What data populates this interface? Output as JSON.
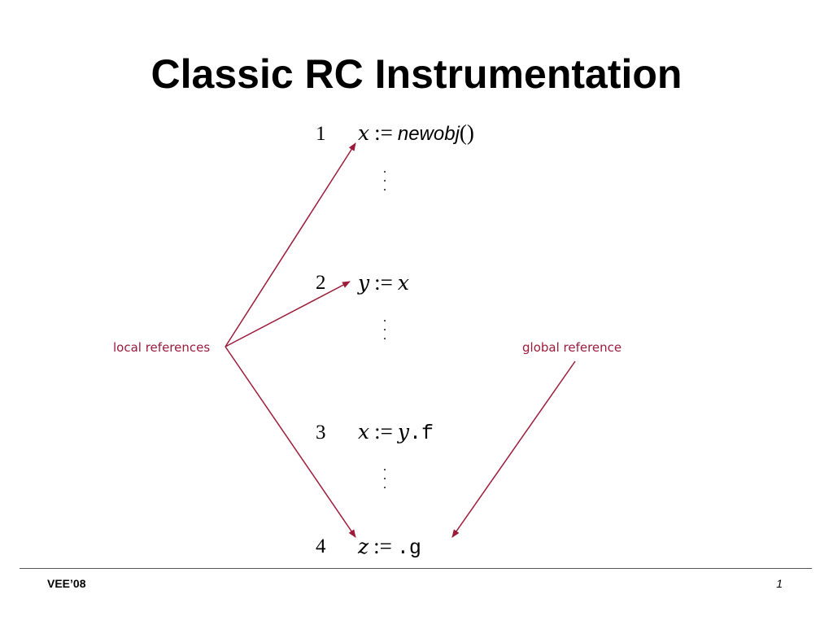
{
  "title": "Classic RC Instrumentation",
  "statements": [
    {
      "num": "1",
      "lhs": "x",
      "op": ":=",
      "rhs_fn": "newobj",
      "rhs_paren": "()"
    },
    {
      "num": "2",
      "lhs": "y",
      "op": ":=",
      "rhs_var": "x"
    },
    {
      "num": "3",
      "lhs": "x",
      "op": ":=",
      "rhs_var": "y",
      "rhs_field": ".f"
    },
    {
      "num": "4",
      "lhs": "z",
      "op": ":=",
      "rhs_field": ".g"
    }
  ],
  "labels": {
    "local": "local references",
    "global": "global reference"
  },
  "colors": {
    "annotation": "#9b1b3b"
  },
  "footer": {
    "left": "VEE’08",
    "page": "1"
  }
}
